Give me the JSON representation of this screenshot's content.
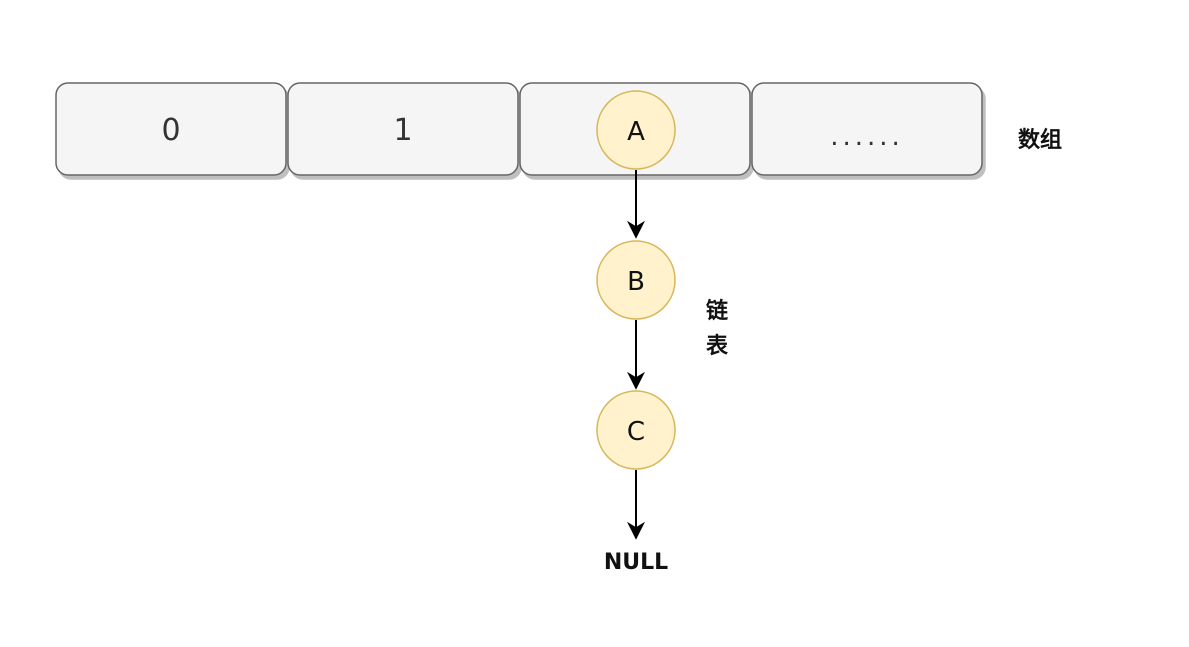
{
  "array": {
    "label": "数组",
    "cells": [
      "0",
      "1",
      "",
      "......"
    ]
  },
  "linked_list": {
    "label_line1": "链",
    "label_line2": "表",
    "nodes": [
      "A",
      "B",
      "C"
    ],
    "terminator": "NULL"
  },
  "colors": {
    "cell_fill": "#f5f5f5",
    "cell_stroke": "#666666",
    "node_fill": "#fff2cc",
    "node_stroke": "#d6b656",
    "arrow": "#000000"
  }
}
